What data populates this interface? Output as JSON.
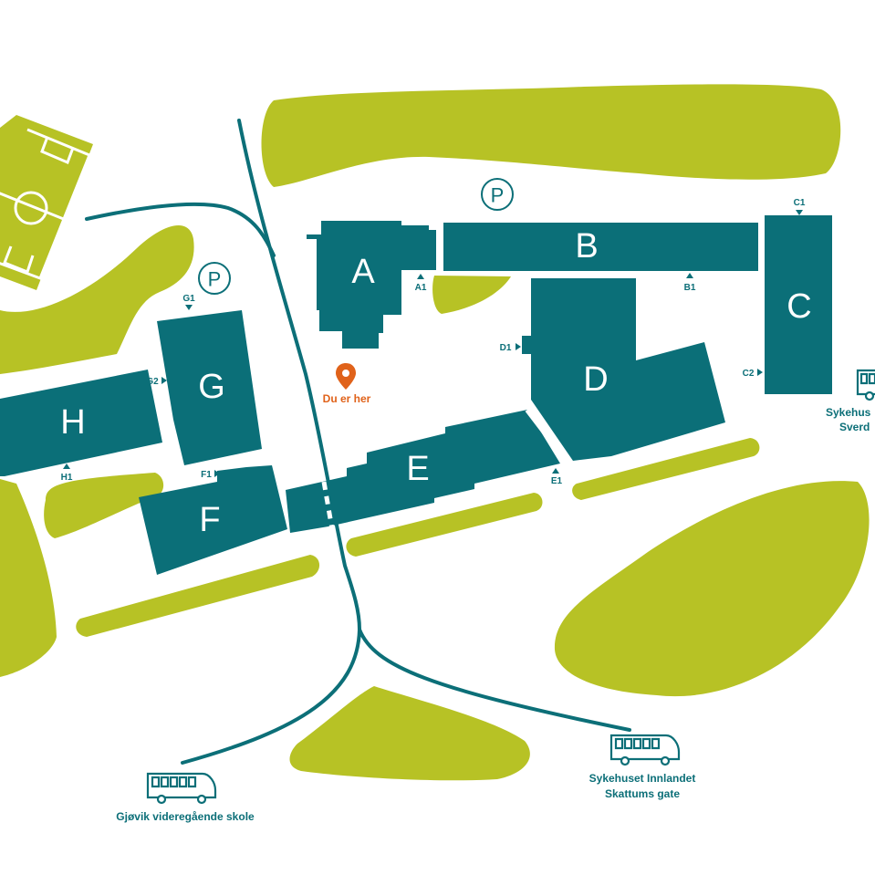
{
  "colors": {
    "building": "#0b6f78",
    "green": "#b7c225",
    "road": "#0c6f78",
    "marker": "#e0621a",
    "background": "#ffffff"
  },
  "buildings": {
    "A": "A",
    "B": "B",
    "C": "C",
    "D": "D",
    "E": "E",
    "F": "F",
    "G": "G",
    "H": "H"
  },
  "entrances": {
    "A1": "A1",
    "B1": "B1",
    "C1": "C1",
    "C2": "C2",
    "D1": "D1",
    "E1": "E1",
    "F1": "F1",
    "G1": "G1",
    "G2": "G2",
    "H1": "H1"
  },
  "parking": {
    "north": "P",
    "west": "P"
  },
  "you_are_here": {
    "label": "Du er her",
    "icon": "location-pin-icon"
  },
  "bus_stops": {
    "gjovik": {
      "label": "Gjøvik videregående skole",
      "icon": "bus-icon"
    },
    "skattums": {
      "line1": "Sykehuset Innlandet",
      "line2": "Skattums gate",
      "icon": "bus-icon"
    },
    "east": {
      "line1": "Sykehus",
      "line2": "Sverd",
      "icon": "bus-icon"
    }
  }
}
